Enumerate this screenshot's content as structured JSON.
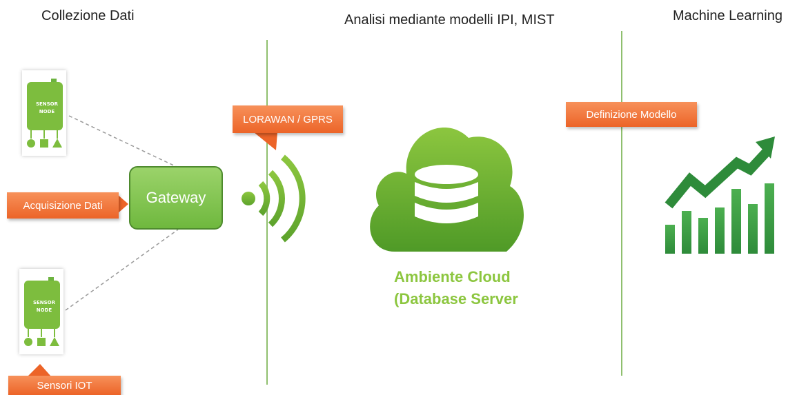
{
  "headings": {
    "data_collection": "Collezione Dati",
    "analysis": "Analisi mediante modelli IPI, MIST",
    "machine_learning": "Machine Learning"
  },
  "sensors": [
    {
      "label_line1": "SENSOR",
      "label_line2": "NODE"
    },
    {
      "label_line1": "SENSOR",
      "label_line2": "NODE"
    }
  ],
  "gateway": {
    "label": "Gateway"
  },
  "callouts": {
    "acquisition": "Acquisizione Dati",
    "iot_sensors": "Sensori IOT",
    "network": "LORAWAN / GPRS",
    "model_definition": "Definizione Modello"
  },
  "cloud": {
    "line1": "Ambiente Cloud",
    "line2": "(Database Server"
  },
  "colors": {
    "green_dark": "#4e8a2e",
    "green_main": "#6cb33f",
    "green_light": "#8cc63f",
    "orange": "#ec6428",
    "divider": "#8fbf6e"
  },
  "icons": [
    "sensor-node-icon",
    "wifi-signal-icon",
    "cloud-database-icon",
    "growth-chart-icon"
  ]
}
